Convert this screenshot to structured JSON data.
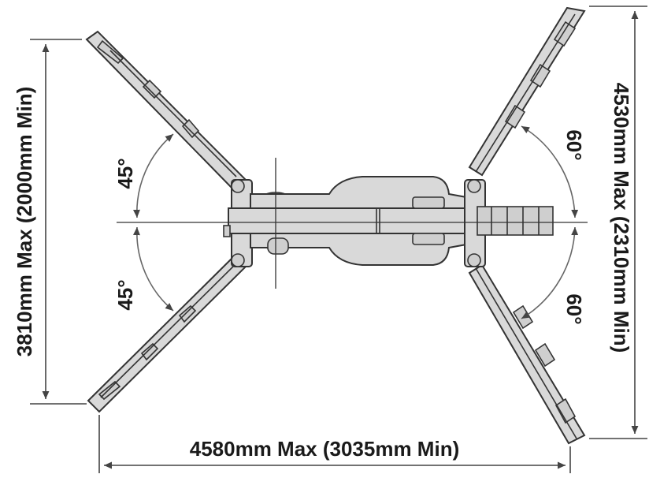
{
  "dimensions": {
    "width_label": "4580mm Max (3035mm Min)",
    "left_height_label": "3810mm Max (2000mm Min)",
    "right_height_label": "4530mm Max (2310mm Min)"
  },
  "angles": {
    "left_upper": "45°",
    "left_lower": "45°",
    "right_upper": "60°",
    "right_lower": "60°"
  }
}
